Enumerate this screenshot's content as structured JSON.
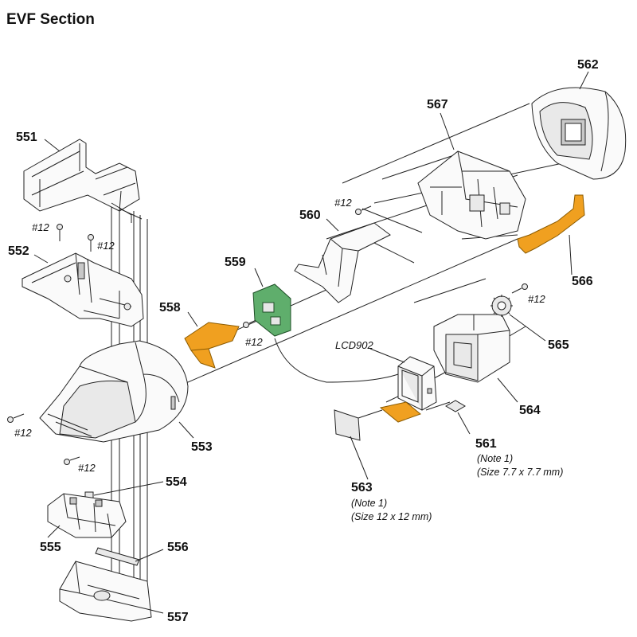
{
  "title": "EVF Section",
  "colors": {
    "flex": "#f0a020",
    "board": "#5fae6c",
    "line": "#222222"
  },
  "callouts": {
    "p551": "551",
    "p552": "552",
    "p553": "553",
    "p554": "554",
    "p555": "555",
    "p556": "556",
    "p557": "557",
    "p558": "558",
    "p559": "559",
    "p560": "560",
    "p561": "561",
    "p562": "562",
    "p563": "563",
    "p564": "564",
    "p565": "565",
    "p566": "566",
    "p567": "567"
  },
  "screw_label": "#12",
  "lcd_ref": "LCD902",
  "notes": {
    "n561_a": "(Note 1)",
    "n561_b": "(Size 7.7 x 7.7 mm)",
    "n563_a": "(Note 1)",
    "n563_b": "(Size 12 x 12 mm)"
  }
}
